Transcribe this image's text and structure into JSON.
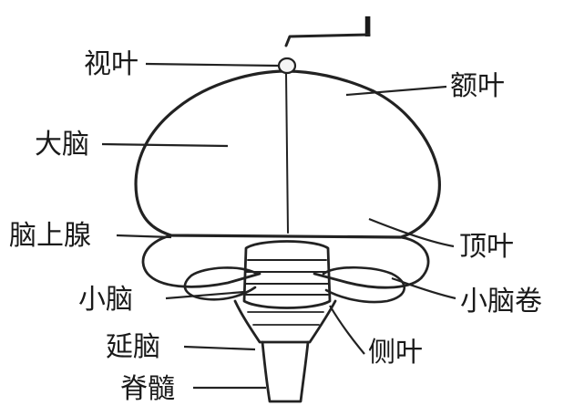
{
  "diagram": {
    "top_mark": "I",
    "labels": {
      "optic_lobe": "视叶",
      "frontal_lobe": "额叶",
      "cerebrum": "大脑",
      "pineal": "脑上腺",
      "parietal": "顶叶",
      "cerebellum": "小脑",
      "cerebellar_folium": "小脑卷",
      "medulla": "延脑",
      "lateral_lobe": "侧叶",
      "spinal_cord": "脊髓"
    }
  }
}
